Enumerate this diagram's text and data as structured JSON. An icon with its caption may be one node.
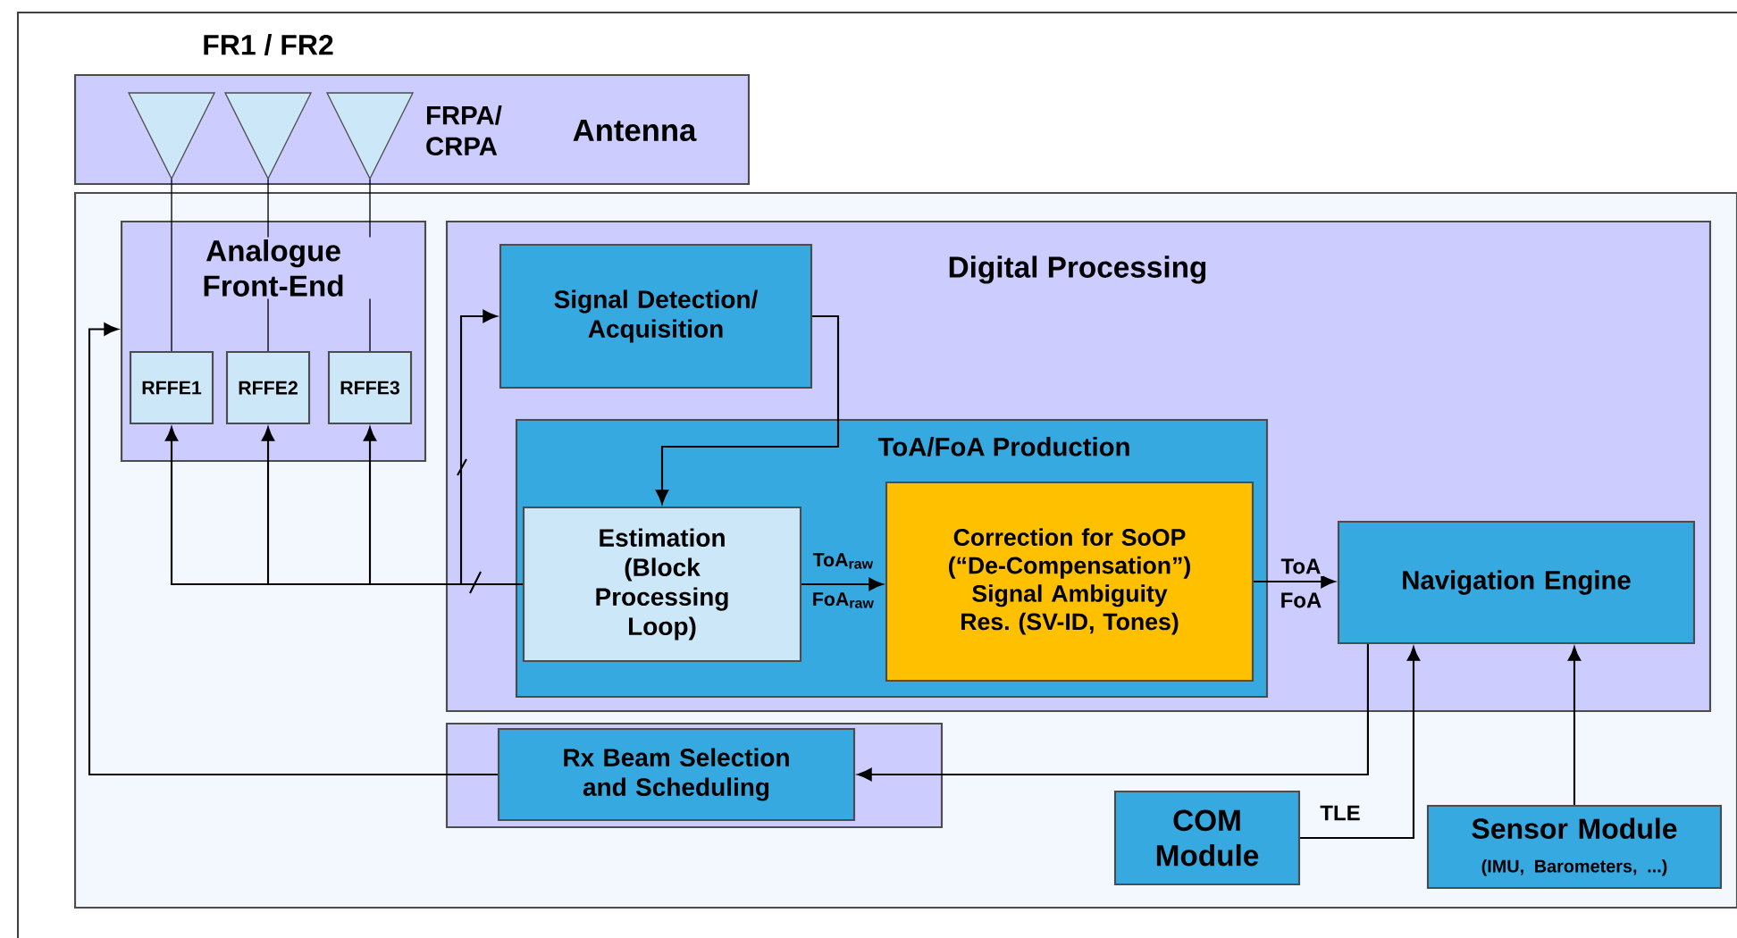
{
  "diagram": {
    "nodes": [
      {
        "text": [
          "FRPA/ CRPA",
          "Antenna"
        ]
      },
      {
        "text": [],
        "shape": "triangle",
        "in": 0
      },
      {
        "text": [],
        "shape": "triangle",
        "in": 0
      },
      {
        "text": [],
        "shape": "triangle",
        "in": 0
      },
      {
        "text": [],
        "shape": "box"
      },
      {
        "text": [
          "Analogue Front-End"
        ],
        "in": 4
      },
      {
        "text": [
          "RFFE1"
        ],
        "in": 5
      },
      {
        "text": [
          "RFFE2"
        ],
        "in": 5
      },
      {
        "text": [
          "RFFE3"
        ],
        "in": 5
      },
      {
        "text": [
          "Digital Processing"
        ],
        "in": 4
      },
      {
        "text": [
          "Signal Detection/ Acquisition"
        ],
        "in": 9
      },
      {
        "text": [
          "ToA/FoA Production"
        ],
        "in": 9
      },
      {
        "text": [
          "Estimation (Block Processing Loop)"
        ],
        "in": 11
      },
      {
        "text": [
          "Correction for SoOP (“De-Compensation”) Signal Ambiguity Res. (SV-ID, Tones)"
        ],
        "in": 11
      },
      {
        "text": [
          "Navigation Engine"
        ],
        "in": 9
      },
      {
        "text": [],
        "shape": "box",
        "in": 4
      },
      {
        "text": [
          "Rx Beam Selection and Scheduling"
        ],
        "in": 15
      },
      {
        "text": [
          "COM Module"
        ],
        "in": 4
      },
      {
        "text": [
          "Sensor Module",
          "(IMU, Barometers, ...)"
        ],
        "in": 4
      }
    ],
    "edges": [
      {
        "from": 1,
        "to": 6,
        "arrow": "none"
      },
      {
        "from": 2,
        "to": 7,
        "arrow": "none"
      },
      {
        "from": 3,
        "to": 8,
        "arrow": "none"
      },
      {
        "from": 12,
        "to": 6,
        "arrow": "to"
      },
      {
        "from": 12,
        "to": 7,
        "arrow": "to"
      },
      {
        "from": 12,
        "to": 8,
        "arrow": "to"
      },
      {
        "from": 12,
        "to": 10,
        "arrow": "to"
      },
      {
        "from": 10,
        "to": 12,
        "arrow": "to"
      },
      {
        "from": 12,
        "to": 13,
        "arrow": "to",
        "label": "ToA$_{raw}$"
      },
      {
        "from": 13,
        "to": 14,
        "arrow": "to",
        "label": "ToA"
      },
      {
        "from": 14,
        "to": 16,
        "arrow": "to"
      },
      {
        "from": 17,
        "to": 14,
        "arrow": "to",
        "label": "TLE"
      },
      {
        "from": 18,
        "to": 14,
        "arrow": "to"
      },
      {
        "from": 16,
        "to": 5,
        "arrow": "to"
      }
    ],
    "labels": [
      "FR1 / FR2",
      "FoA$_{raw}$",
      "FoA"
    ]
  }
}
